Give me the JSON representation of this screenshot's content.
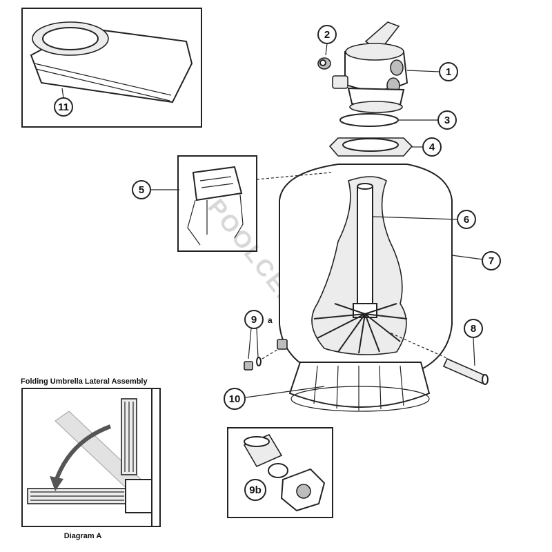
{
  "callouts": {
    "c1": "1",
    "c2": "2",
    "c3": "3",
    "c4": "4",
    "c5": "5",
    "c6": "6",
    "c7": "7",
    "c8": "8",
    "c9": "9",
    "c9a": "a",
    "c9b": "9b",
    "c10": "10",
    "c11": "11"
  },
  "inset_a": {
    "title": "Folding Umbrella Lateral Assembly",
    "caption": "Diagram A"
  },
  "watermark": "POOLCENTER",
  "colors": {
    "line": "#222222",
    "background": "#ffffff"
  }
}
